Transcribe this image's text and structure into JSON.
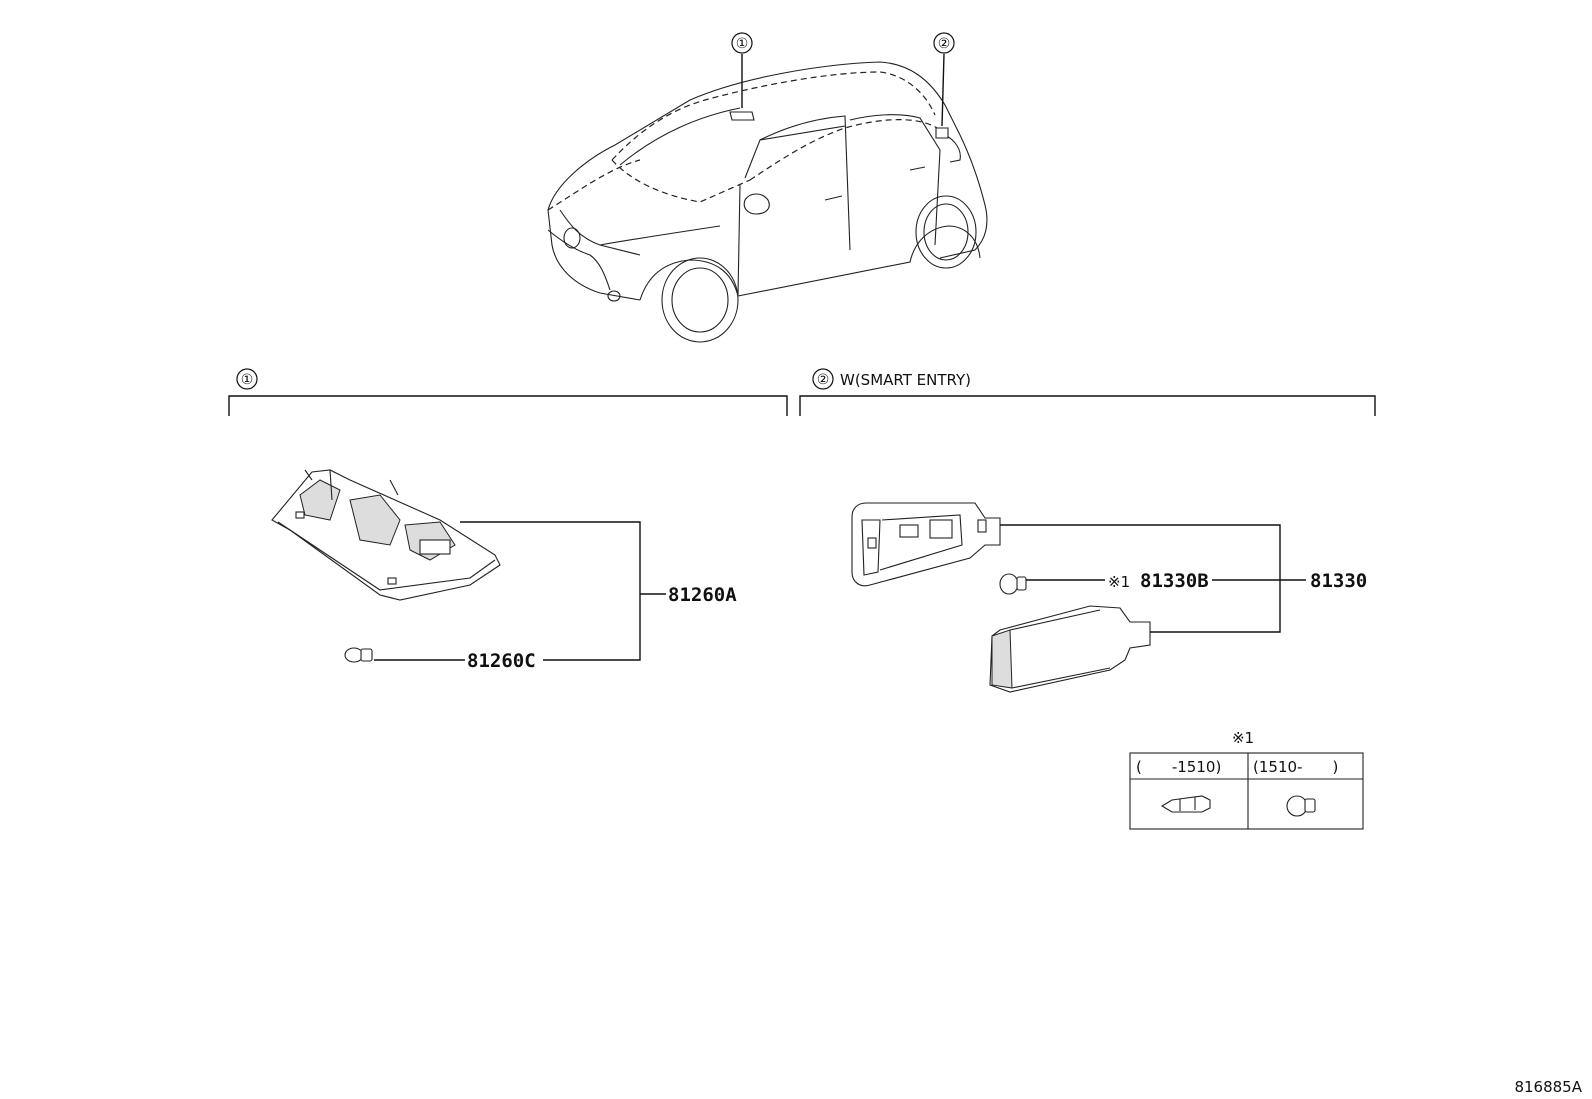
{
  "callouts": [
    {
      "number": "①"
    },
    {
      "number": "②"
    }
  ],
  "groups": [
    {
      "marker": "①",
      "title": ""
    },
    {
      "marker": "②",
      "title": "W(SMART ENTRY)"
    }
  ],
  "parts": {
    "lamp_assembly_front": "81260A",
    "bulb_front": "81260C",
    "lamp_assembly_rear": "81330",
    "bulb_rear": "81330B",
    "bulb_rear_note": "※1"
  },
  "note_table": {
    "marker": "※1",
    "columns": [
      "(　　-1510)",
      "(1510-　　)"
    ],
    "cells": [
      "wedge-bulb-long-icon",
      "wedge-bulb-short-icon"
    ]
  },
  "figure_id": "816885A"
}
